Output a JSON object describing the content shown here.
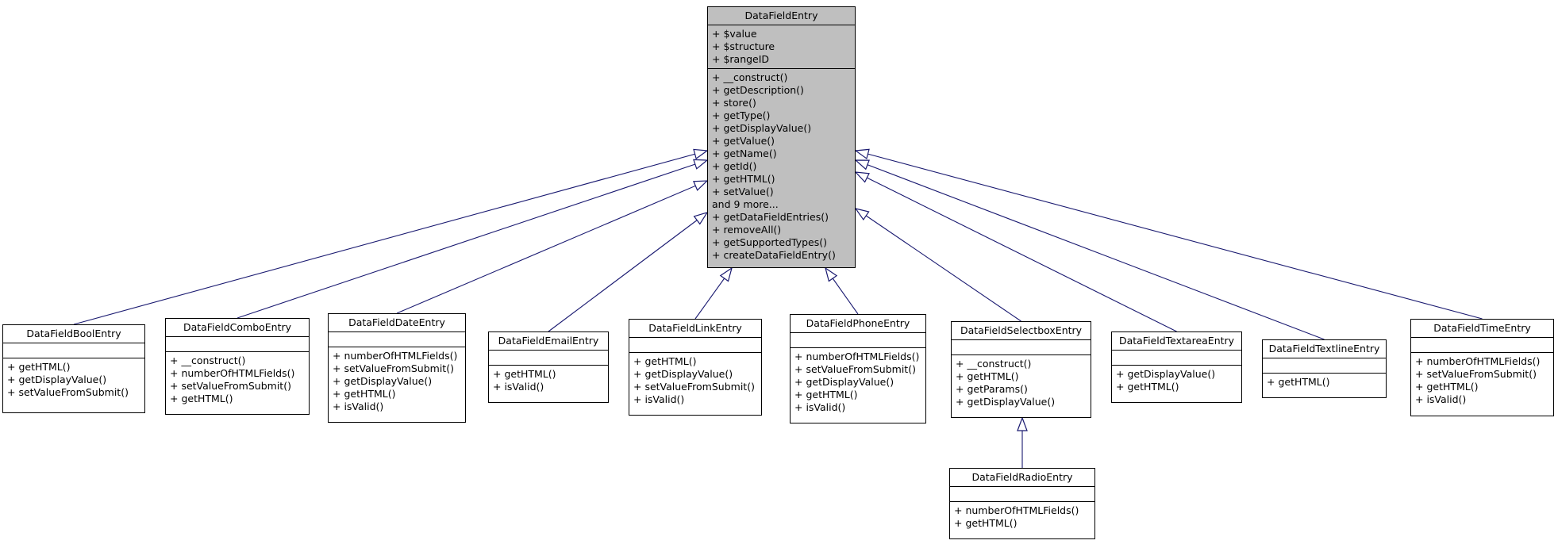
{
  "diagram_type": "uml-class-inheritance",
  "colors": {
    "edge": "#191970",
    "highlight_fill": "#bfbfbf",
    "box_fill": "#ffffff",
    "box_border": "#000000",
    "background": "#ffffff"
  },
  "classes": [
    {
      "name": "DataFieldEntry",
      "highlighted": true,
      "attributes": [
        "+ $value",
        "+ $structure",
        "+ $rangeID"
      ],
      "methods": [
        "+ __construct()",
        "+ getDescription()",
        "+ store()",
        "+ getType()",
        "+ getDisplayValue()",
        "+ getValue()",
        "+ getName()",
        "+ getId()",
        "+ getHTML()",
        "+ setValue()",
        "and 9 more...",
        "+ getDataFieldEntries()",
        "+ removeAll()",
        "+ getSupportedTypes()",
        "+ createDataFieldEntry()"
      ]
    },
    {
      "name": "DataFieldBoolEntry",
      "highlighted": false,
      "attributes": [],
      "methods": [
        "+ getHTML()",
        "+ getDisplayValue()",
        "+ setValueFromSubmit()"
      ]
    },
    {
      "name": "DataFieldComboEntry",
      "highlighted": false,
      "attributes": [],
      "methods": [
        "+ __construct()",
        "+ numberOfHTMLFields()",
        "+ setValueFromSubmit()",
        "+ getHTML()"
      ]
    },
    {
      "name": "DataFieldDateEntry",
      "highlighted": false,
      "attributes": [],
      "methods": [
        "+ numberOfHTMLFields()",
        "+ setValueFromSubmit()",
        "+ getDisplayValue()",
        "+ getHTML()",
        "+ isValid()"
      ]
    },
    {
      "name": "DataFieldEmailEntry",
      "highlighted": false,
      "attributes": [],
      "methods": [
        "+ getHTML()",
        "+ isValid()"
      ]
    },
    {
      "name": "DataFieldLinkEntry",
      "highlighted": false,
      "attributes": [],
      "methods": [
        "+ getHTML()",
        "+ getDisplayValue()",
        "+ setValueFromSubmit()",
        "+ isValid()"
      ]
    },
    {
      "name": "DataFieldPhoneEntry",
      "highlighted": false,
      "attributes": [],
      "methods": [
        "+ numberOfHTMLFields()",
        "+ setValueFromSubmit()",
        "+ getDisplayValue()",
        "+ getHTML()",
        "+ isValid()"
      ]
    },
    {
      "name": "DataFieldSelectboxEntry",
      "highlighted": false,
      "attributes": [],
      "methods": [
        "+ __construct()",
        "+ getHTML()",
        "+ getParams()",
        "+ getDisplayValue()"
      ]
    },
    {
      "name": "DataFieldTextareaEntry",
      "highlighted": false,
      "attributes": [],
      "methods": [
        "+ getDisplayValue()",
        "+ getHTML()"
      ]
    },
    {
      "name": "DataFieldTextlineEntry",
      "highlighted": false,
      "attributes": [],
      "methods": [
        "+ getHTML()"
      ]
    },
    {
      "name": "DataFieldTimeEntry",
      "highlighted": false,
      "attributes": [],
      "methods": [
        "+ numberOfHTMLFields()",
        "+ setValueFromSubmit()",
        "+ getHTML()",
        "+ isValid()"
      ]
    },
    {
      "name": "DataFieldRadioEntry",
      "highlighted": false,
      "attributes": [],
      "methods": [
        "+ numberOfHTMLFields()",
        "+ getHTML()"
      ]
    }
  ],
  "edges": [
    {
      "from": "DataFieldBoolEntry",
      "to": "DataFieldEntry"
    },
    {
      "from": "DataFieldComboEntry",
      "to": "DataFieldEntry"
    },
    {
      "from": "DataFieldDateEntry",
      "to": "DataFieldEntry"
    },
    {
      "from": "DataFieldEmailEntry",
      "to": "DataFieldEntry"
    },
    {
      "from": "DataFieldLinkEntry",
      "to": "DataFieldEntry"
    },
    {
      "from": "DataFieldPhoneEntry",
      "to": "DataFieldEntry"
    },
    {
      "from": "DataFieldSelectboxEntry",
      "to": "DataFieldEntry"
    },
    {
      "from": "DataFieldTextareaEntry",
      "to": "DataFieldEntry"
    },
    {
      "from": "DataFieldTextlineEntry",
      "to": "DataFieldEntry"
    },
    {
      "from": "DataFieldTimeEntry",
      "to": "DataFieldEntry"
    },
    {
      "from": "DataFieldRadioEntry",
      "to": "DataFieldSelectboxEntry"
    }
  ]
}
